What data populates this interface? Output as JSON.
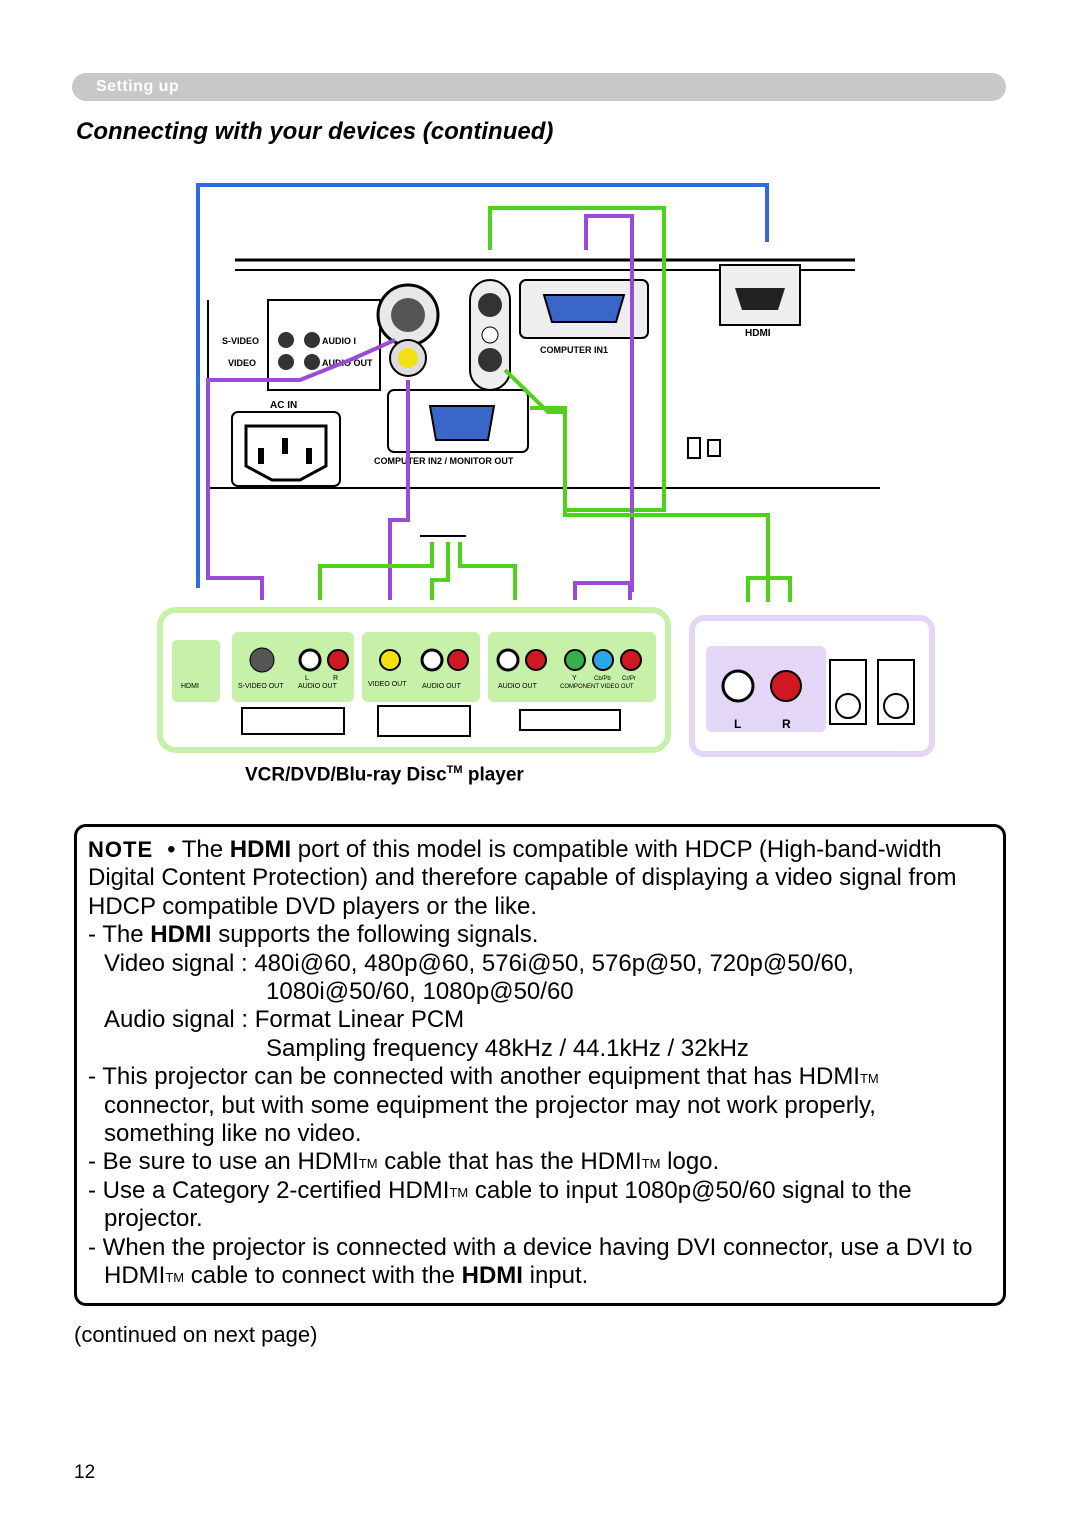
{
  "section_label": "Setting up",
  "heading": "Connecting with your devices (continued)",
  "diagram": {
    "projector_labels": {
      "s_video": "S-VIDEO",
      "video": "VIDEO",
      "audio_in": "AUDIO I",
      "audio_out": "AUDIO OUT",
      "ac_in": "AC IN",
      "computer_in1": "COMPUTER IN1",
      "computer_in2": "COMPUTER IN2 / MONITOR OUT",
      "hdmi": "HDMI"
    },
    "device_labels": {
      "hdmi": "HDMI",
      "s_video_out": "S-VIDEO OUT",
      "audio_out_1": "AUDIO OUT",
      "video_out": "VIDEO OUT",
      "audio_out_2": "AUDIO OUT",
      "audio_out_3": "AUDIO OUT",
      "component_video_out": "COMPONENT VIDEO OUT",
      "l": "L",
      "r": "R",
      "y": "Y",
      "cb_pb": "Cb/Pb",
      "cr_pr": "Cr/Pr"
    },
    "speaker_labels": {
      "l": "L",
      "r": "R"
    },
    "colors": {
      "blue": "#2f6bdb",
      "green": "#4fd21c",
      "purple": "#9b4bd8",
      "device_green": "#c7f0a8",
      "speaker_purple": "#e4d6f7",
      "red_jack": "#d01822",
      "yellow_jack": "#f2e012",
      "cyan_jack": "#2aa6e8",
      "green_jack": "#35b04a"
    }
  },
  "caption": {
    "text_before": "VCR/DVD/Blu-ray Disc",
    "tm": "TM",
    "text_after": " player"
  },
  "note": {
    "label": "NOTE",
    "bullet": "• The ",
    "hdmi": "HDMI",
    "bullet_rest": " port of this model is compatible with HDCP (High-band-width Digital Content Protection) and therefore capable of displaying a video signal from HDCP compatible DVD players or the like.",
    "supports_pre": "- The ",
    "supports_rest": " supports the following signals.",
    "video_signal_1": "Video signal : 480i@60, 480p@60, 576i@50, 576p@50, 720p@50/60,",
    "video_signal_2": "1080i@50/60, 1080p@50/60",
    "audio_signal": "Audio signal : Format Linear PCM",
    "sampling": "Sampling frequency 48kHz / 44.1kHz / 32kHz",
    "item3_pre": "- This projector can be connected with another equipment that has HDMI",
    "item3_post": " connector, but with some equipment the projector may not work properly, something like no video.",
    "item4_pre": "- Be sure to use an HDMI",
    "item4_mid": " cable that has the HDMI",
    "item4_post": " logo.",
    "item5_pre": "- Use a Category 2-certified HDMI",
    "item5_post": "  cable to input 1080p@50/60 signal to the projector.",
    "item6_pre": "- When the projector is connected with a device having DVI connector, use a DVI to HDMI",
    "item6_mid": " cable to connect with the ",
    "item6_post": " input.",
    "tm": "TM"
  },
  "continued": "(continued on next page)",
  "page_number": "12"
}
